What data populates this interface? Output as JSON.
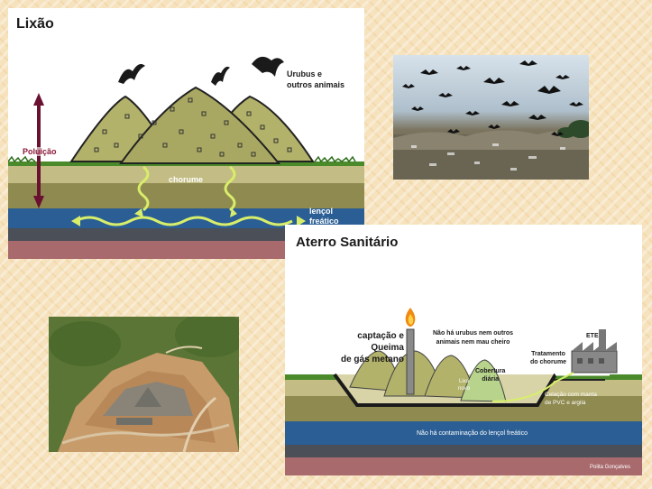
{
  "lixao": {
    "title": "Lixão",
    "animals_label_1": "Urubus e",
    "animals_label_2": "outros animais",
    "pollution_label": "Poluição",
    "leachate_label": "chorume",
    "water_table_label_1": "lençol",
    "water_table_label_2": "freático"
  },
  "aterro": {
    "title": "Aterro Sanitário",
    "gas_label_1": "captação e Queima",
    "gas_label_2": "de gás metano",
    "no_vultures_1": "Não há urubus nem outros",
    "no_vultures_2": "animais nem mau cheiro",
    "ete_label": "ETE",
    "treatment_1": "Tratamento",
    "treatment_2": "do chorume",
    "daily_cover_1": "Cobertura",
    "daily_cover_2": "diária",
    "old_label": "Lixo",
    "new_label": "novo",
    "liner_1": "Celação com manta",
    "liner_2": "de PVC e argila",
    "no_contamination": "Não há contaminação do lençol freático",
    "credit": "Polita Gonçalves"
  },
  "colors": {
    "accent_pollution": "#8b1a3a",
    "leachate_wave": "#d8ee6a",
    "flame": "#f08a12"
  }
}
